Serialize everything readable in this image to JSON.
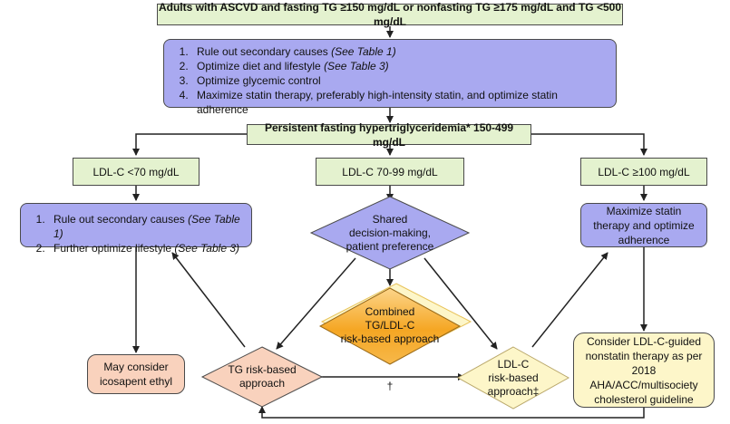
{
  "top_box": "Adults with ASCVD and fasting TG ≥150 mg/dL or nonfasting TG ≥175 mg/dL and TG <500 mg/dL",
  "step_box": {
    "items": [
      {
        "num": "1.",
        "text": "Rule out secondary causes ",
        "ref": "(See Table 1)"
      },
      {
        "num": "2.",
        "text": "Optimize diet and lifestyle ",
        "ref": "(See Table 3)"
      },
      {
        "num": "3.",
        "text": "Optimize glycemic control",
        "ref": ""
      },
      {
        "num": "4.",
        "text": "Maximize statin therapy, preferably high-intensity statin, and optimize statin adherence",
        "ref": ""
      }
    ]
  },
  "persistent_box": "Persistent fasting hypertriglyceridemia* 150-499 mg/dL",
  "ldl_low": "LDL-C <70 mg/dL",
  "ldl_mid": "LDL-C 70-99 mg/dL",
  "ldl_high": "LDL-C ≥100 mg/dL",
  "left_box": {
    "items": [
      {
        "text": "Rule out secondary causes ",
        "ref": "(See Table 1)"
      },
      {
        "text": "Further optimize lifestyle ",
        "ref": "(See Table 3)"
      }
    ]
  },
  "shared_diamond": [
    "Shared",
    "decision-making,",
    "patient preference"
  ],
  "combined_diamond": [
    "Combined",
    "TG/LDL-C",
    "risk-based approach"
  ],
  "maximize_box": "Maximize statin therapy and optimize adherence",
  "icosapent_box": "May consider icosapent ethyl",
  "tg_diamond": [
    "TG risk-based",
    "approach"
  ],
  "ldl_diamond": [
    "LDL-C",
    "risk-based",
    "approach‡"
  ],
  "dagger_label": "†",
  "consider_box": "Consider LDL-C-guided nonstatin therapy as per 2018 AHA/ACC/multisociety cholesterol guideline",
  "colors": {
    "green": "#e4f2cf",
    "purple": "#a9a9f0",
    "salmon": "#f9d2bd",
    "cream": "#fdf6c9",
    "orange": "#f5a623"
  }
}
